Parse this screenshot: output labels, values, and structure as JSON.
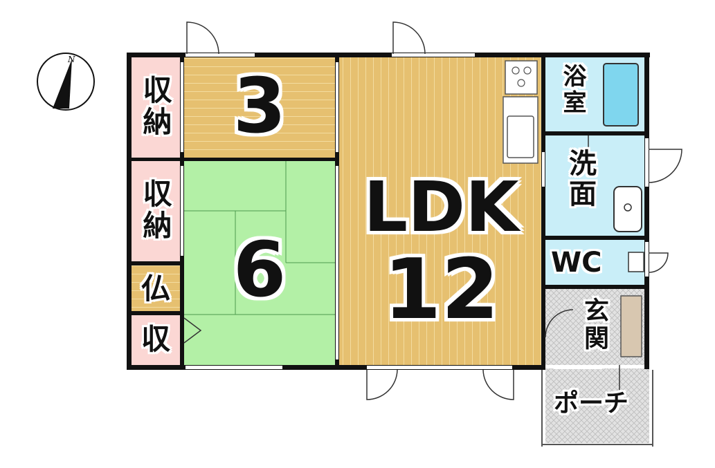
{
  "compass": {
    "label": "N"
  },
  "rooms": {
    "western_room": {
      "size": "3"
    },
    "tatami_room": {
      "size": "6"
    },
    "ldk": {
      "name": "LDK",
      "size": "12"
    },
    "bathroom": {
      "label": "浴室"
    },
    "washroom": {
      "label": "洗面"
    },
    "toilet": {
      "label": "WC"
    },
    "entrance": {
      "label": "玄関"
    },
    "porch": {
      "label": "ポーチ"
    },
    "storage_top": {
      "label": "収納"
    },
    "storage_mid": {
      "label": "収納"
    },
    "altar": {
      "label": "仏"
    },
    "storage_small": {
      "label": "収"
    }
  },
  "colors": {
    "wall": "#111111",
    "wood_floor": "#e6c070",
    "wood_line": "#f3dca0",
    "tatami": "#b3f0a6",
    "storage": "#fbd7d4",
    "wet_area": "#c9eef8",
    "bathtub": "#7fd6ee",
    "entrance_tile": "#d8d8d8",
    "shoe_box": "#d8c7b0"
  }
}
